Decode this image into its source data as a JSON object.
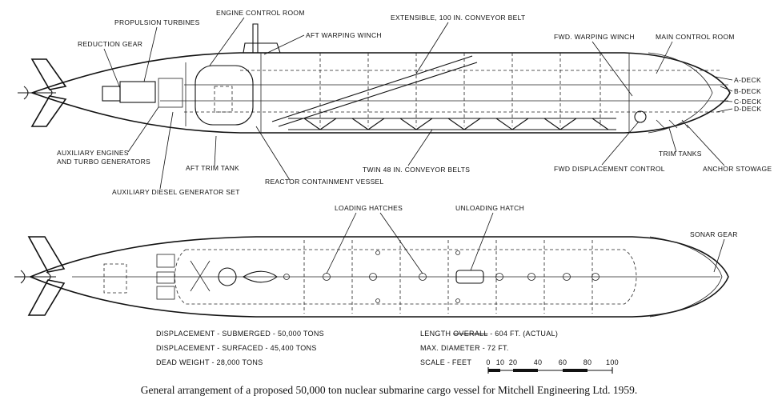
{
  "labels": {
    "engine_control_room": "ENGINE CONTROL ROOM",
    "propulsion_turbines": "PROPULSION TURBINES",
    "reduction_gear": "REDUCTION GEAR",
    "aft_warping_winch": "AFT WARPING WINCH",
    "conveyor_belt": "EXTENSIBLE, 100 IN. CONVEYOR BELT",
    "fwd_warping_winch": "FWD. WARPING WINCH",
    "main_control_room": "MAIN CONTROL ROOM",
    "a_deck": "A-DECK",
    "b_deck": "B-DECK",
    "c_deck": "C-DECK",
    "d_deck": "D-DECK",
    "aux_engines_1": "AUXILIARY ENGINES",
    "aux_engines_2": "AND TURBO GENERATORS",
    "aft_trim_tank": "AFT TRIM TANK",
    "reactor_vessel": "REACTOR CONTAINMENT VESSEL",
    "twin_conveyor": "TWIN 48 IN. CONVEYOR BELTS",
    "fwd_displacement": "FWD DISPLACEMENT CONTROL",
    "trim_tanks": "TRIM TANKS",
    "anchor_stowage": "ANCHOR STOWAGE",
    "aux_diesel": "AUXILIARY DIESEL GENERATOR SET",
    "loading_hatches": "LOADING HATCHES",
    "unloading_hatch": "UNLOADING HATCH",
    "sonar_gear": "SONAR GEAR"
  },
  "specs": {
    "displacement_submerged": "DISPLACEMENT - SUBMERGED - 50,000 TONS",
    "displacement_surfaced": "DISPLACEMENT - SURFACED - 45,400 TONS",
    "dead_weight": "DEAD WEIGHT - 28,000 TONS",
    "length_prefix": "LENGTH ",
    "length_struck": "OVERALL",
    "length_value": " - 604 FT. (ACTUAL)",
    "max_diameter": "MAX. DIAMETER - 72 FT.",
    "scale_label": "SCALE - FEET",
    "scale_ticks": [
      "0",
      "10",
      "20",
      "40",
      "60",
      "80",
      "100"
    ]
  },
  "caption": "General arrangement of a proposed 50,000 ton nuclear submarine cargo vessel for Mitchell Engineering Ltd. 1959."
}
